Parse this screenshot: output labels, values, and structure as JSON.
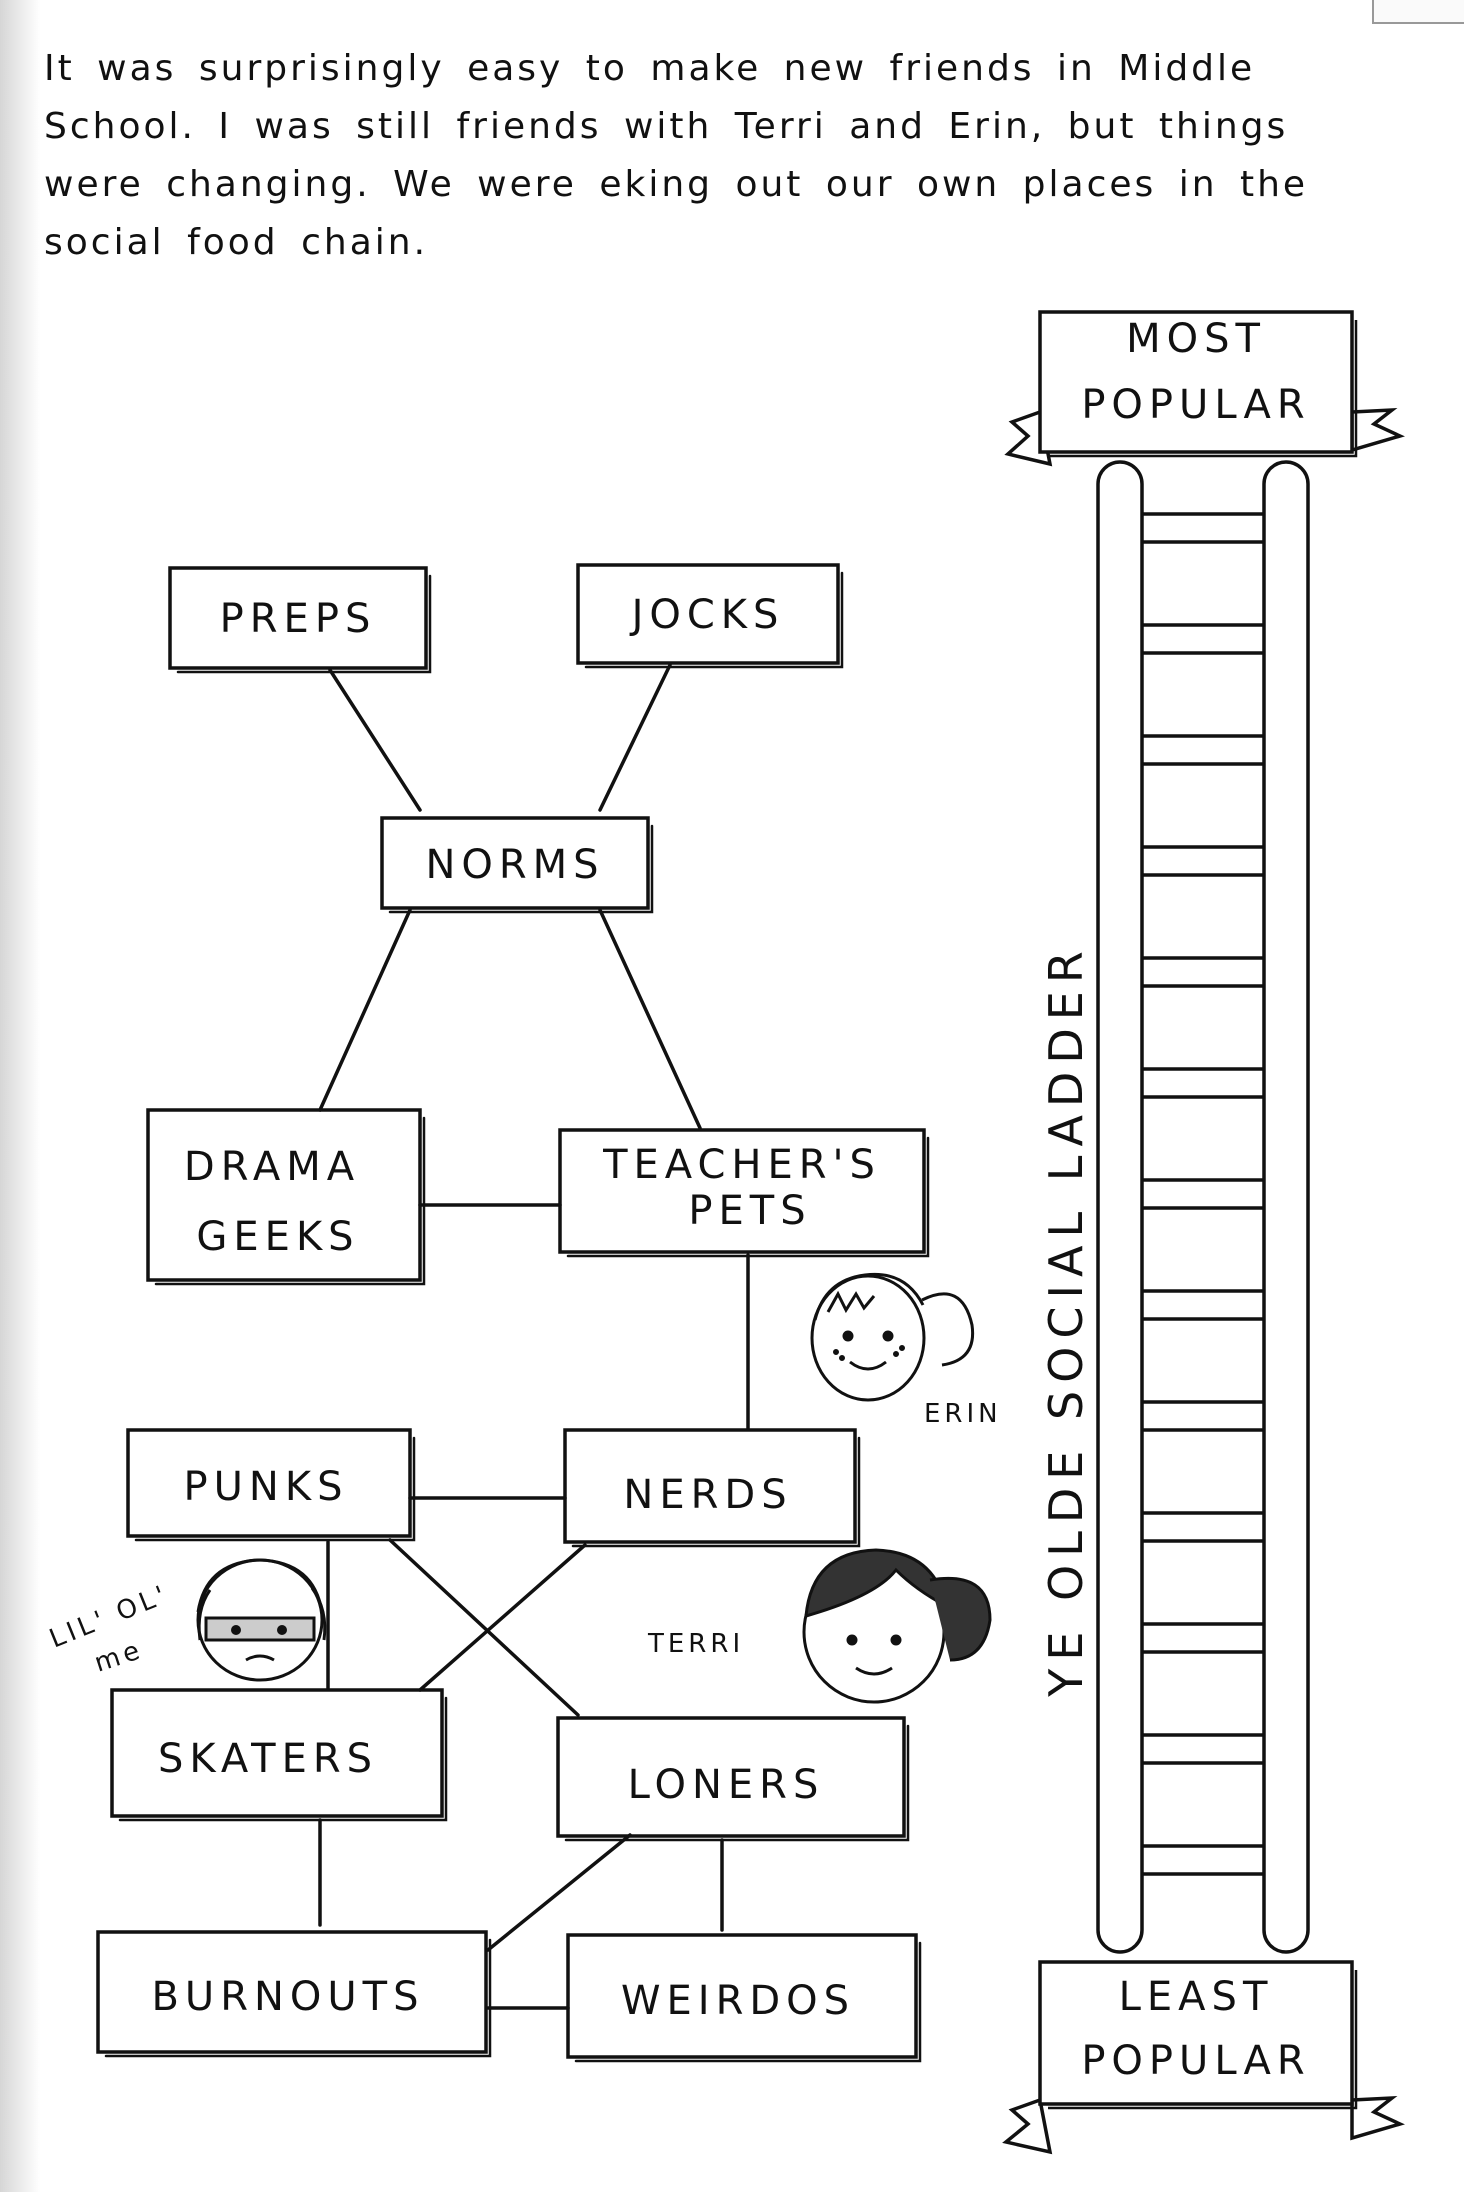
{
  "narration": "It was surprisingly easy to make new friends in Middle School. I was still friends with Terri and Erin, but things were changing. We were eking out our own places in the social food chain.",
  "groups": {
    "preps": "PREPS",
    "jocks": "JOCKS",
    "norms": "NORMS",
    "drama_geeks": [
      "DRAMA",
      "GEEKS"
    ],
    "teachers_pets": [
      "TEACHER'S",
      "PETS"
    ],
    "punks": "PUNKS",
    "nerds": "NERDS",
    "skaters": "SKATERS",
    "loners": "LONERS",
    "burnouts": "BURNOUTS",
    "weirdos": "WEIRDOS"
  },
  "characters": {
    "erin": "ERIN",
    "terri": "TERRI",
    "me": [
      "LIL' OL'",
      "me"
    ]
  },
  "ladder": {
    "title": "YE OLDE SOCIAL LADDER",
    "top": [
      "MOST",
      "POPULAR"
    ],
    "bottom": [
      "LEAST",
      "POPULAR"
    ],
    "rungs": 13
  }
}
